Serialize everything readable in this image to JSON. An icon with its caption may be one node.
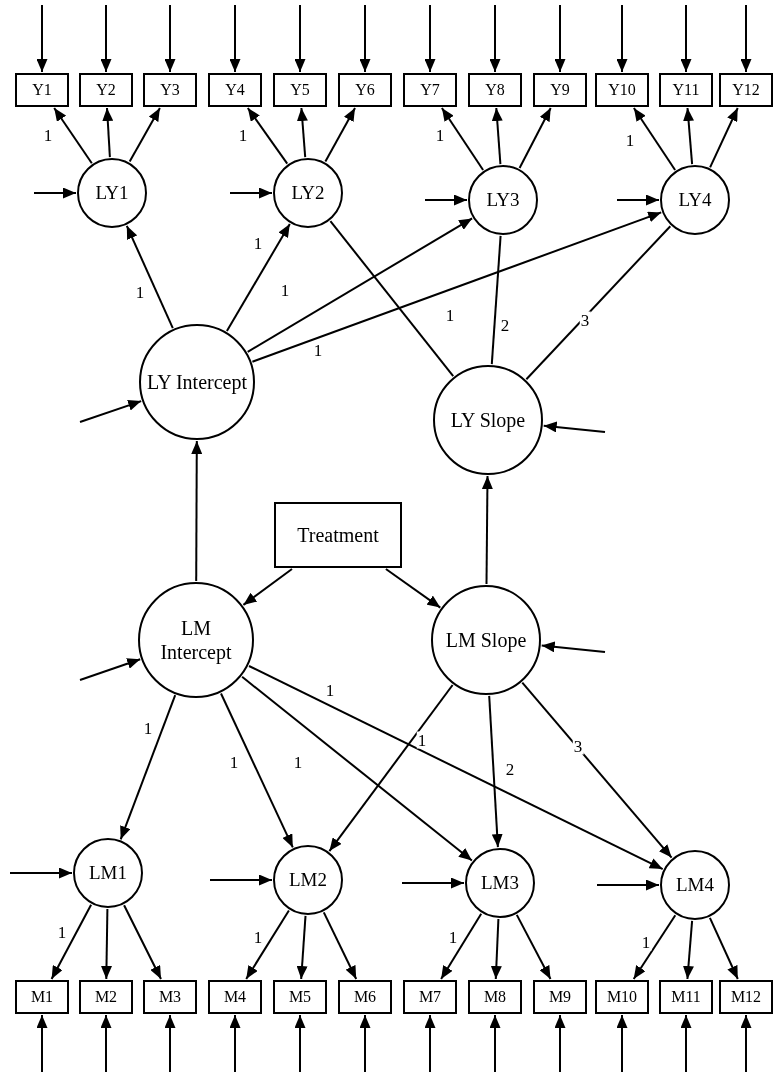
{
  "diagram": {
    "nodes": [
      {
        "text": [
          "Y1"
        ]
      },
      {
        "text": [
          "Y2"
        ]
      },
      {
        "text": [
          "Y3"
        ]
      },
      {
        "text": [
          "Y4"
        ]
      },
      {
        "text": [
          "Y5"
        ]
      },
      {
        "text": [
          "Y6"
        ]
      },
      {
        "text": [
          "Y7"
        ]
      },
      {
        "text": [
          "Y8"
        ]
      },
      {
        "text": [
          "Y9"
        ]
      },
      {
        "text": [
          "Y10"
        ]
      },
      {
        "text": [
          "Y11"
        ]
      },
      {
        "text": [
          "Y12"
        ]
      },
      {
        "text": [
          "LY1"
        ]
      },
      {
        "text": [
          "LY2"
        ]
      },
      {
        "text": [
          "LY3"
        ]
      },
      {
        "text": [
          "LY4"
        ]
      },
      {
        "text": [
          "LY Intercept"
        ]
      },
      {
        "text": [
          "LY Slope"
        ]
      },
      {
        "text": [
          "Treatment"
        ]
      },
      {
        "text": [
          "LM Intercept"
        ]
      },
      {
        "text": [
          "LM Slope"
        ]
      },
      {
        "text": [
          "LM1"
        ]
      },
      {
        "text": [
          "LM2"
        ]
      },
      {
        "text": [
          "LM3"
        ]
      },
      {
        "text": [
          "LM4"
        ]
      },
      {
        "text": [
          "M1"
        ]
      },
      {
        "text": [
          "M2"
        ]
      },
      {
        "text": [
          "M3"
        ]
      },
      {
        "text": [
          "M4"
        ]
      },
      {
        "text": [
          "M5"
        ]
      },
      {
        "text": [
          "M6"
        ]
      },
      {
        "text": [
          "M7"
        ]
      },
      {
        "text": [
          "M8"
        ]
      },
      {
        "text": [
          "M9"
        ]
      },
      {
        "text": [
          "M10"
        ]
      },
      {
        "text": [
          "M11"
        ]
      },
      {
        "text": [
          "M12"
        ]
      }
    ],
    "edges": [
      {
        "from": null,
        "to": 0,
        "arrow": "to"
      },
      {
        "from": null,
        "to": 1,
        "arrow": "to"
      },
      {
        "from": null,
        "to": 2,
        "arrow": "to"
      },
      {
        "from": null,
        "to": 3,
        "arrow": "to"
      },
      {
        "from": null,
        "to": 4,
        "arrow": "to"
      },
      {
        "from": null,
        "to": 5,
        "arrow": "to"
      },
      {
        "from": null,
        "to": 6,
        "arrow": "to"
      },
      {
        "from": null,
        "to": 7,
        "arrow": "to"
      },
      {
        "from": null,
        "to": 8,
        "arrow": "to"
      },
      {
        "from": null,
        "to": 9,
        "arrow": "to"
      },
      {
        "from": null,
        "to": 10,
        "arrow": "to"
      },
      {
        "from": null,
        "to": 11,
        "arrow": "to"
      },
      {
        "from": 12,
        "to": 0,
        "arrow": "to",
        "label": "1"
      },
      {
        "from": 12,
        "to": 1,
        "arrow": "to"
      },
      {
        "from": 12,
        "to": 2,
        "arrow": "to"
      },
      {
        "from": 13,
        "to": 3,
        "arrow": "to",
        "label": "1"
      },
      {
        "from": 13,
        "to": 4,
        "arrow": "to"
      },
      {
        "from": 13,
        "to": 5,
        "arrow": "to"
      },
      {
        "from": 14,
        "to": 6,
        "arrow": "to",
        "label": "1"
      },
      {
        "from": 14,
        "to": 7,
        "arrow": "to"
      },
      {
        "from": 14,
        "to": 8,
        "arrow": "to"
      },
      {
        "from": 15,
        "to": 9,
        "arrow": "to",
        "label": "1"
      },
      {
        "from": 15,
        "to": 10,
        "arrow": "to"
      },
      {
        "from": 15,
        "to": 11,
        "arrow": "to"
      },
      {
        "from": null,
        "to": 12,
        "arrow": "to"
      },
      {
        "from": null,
        "to": 13,
        "arrow": "to"
      },
      {
        "from": null,
        "to": 14,
        "arrow": "to"
      },
      {
        "from": null,
        "to": 15,
        "arrow": "to"
      },
      {
        "from": 16,
        "to": 12,
        "arrow": "to",
        "label": "1"
      },
      {
        "from": 16,
        "to": 13,
        "arrow": "to",
        "label": "1"
      },
      {
        "from": 16,
        "to": 14,
        "arrow": "to",
        "label": "1"
      },
      {
        "from": 16,
        "to": 15,
        "arrow": "to",
        "label": "1"
      },
      {
        "from": 17,
        "to": 13,
        "arrow": "none",
        "label": "1"
      },
      {
        "from": 17,
        "to": 14,
        "arrow": "none",
        "label": "2"
      },
      {
        "from": 17,
        "to": 15,
        "arrow": "none",
        "label": "3"
      },
      {
        "from": null,
        "to": 16,
        "arrow": "to"
      },
      {
        "from": null,
        "to": 17,
        "arrow": "to"
      },
      {
        "from": 19,
        "to": 16,
        "arrow": "to"
      },
      {
        "from": 20,
        "to": 17,
        "arrow": "to"
      },
      {
        "from": 18,
        "to": 19,
        "arrow": "to"
      },
      {
        "from": 18,
        "to": 20,
        "arrow": "to"
      },
      {
        "from": null,
        "to": 19,
        "arrow": "to"
      },
      {
        "from": null,
        "to": 20,
        "arrow": "to"
      },
      {
        "from": 19,
        "to": 21,
        "arrow": "to",
        "label": "1"
      },
      {
        "from": 19,
        "to": 22,
        "arrow": "to",
        "label": "1"
      },
      {
        "from": 19,
        "to": 23,
        "arrow": "to",
        "label": "1"
      },
      {
        "from": 19,
        "to": 24,
        "arrow": "to",
        "label": "1"
      },
      {
        "from": 20,
        "to": 22,
        "arrow": "to",
        "label": "1"
      },
      {
        "from": 20,
        "to": 23,
        "arrow": "to",
        "label": "2"
      },
      {
        "from": 20,
        "to": 24,
        "arrow": "to",
        "label": "3"
      },
      {
        "from": null,
        "to": 21,
        "arrow": "to"
      },
      {
        "from": null,
        "to": 22,
        "arrow": "to"
      },
      {
        "from": null,
        "to": 23,
        "arrow": "to"
      },
      {
        "from": null,
        "to": 24,
        "arrow": "to"
      },
      {
        "from": 21,
        "to": 25,
        "arrow": "to",
        "label": "1"
      },
      {
        "from": 21,
        "to": 26,
        "arrow": "to"
      },
      {
        "from": 21,
        "to": 27,
        "arrow": "to"
      },
      {
        "from": 22,
        "to": 28,
        "arrow": "to",
        "label": "1"
      },
      {
        "from": 22,
        "to": 29,
        "arrow": "to"
      },
      {
        "from": 22,
        "to": 30,
        "arrow": "to"
      },
      {
        "from": 23,
        "to": 31,
        "arrow": "to",
        "label": "1"
      },
      {
        "from": 23,
        "to": 32,
        "arrow": "to"
      },
      {
        "from": 23,
        "to": 33,
        "arrow": "to"
      },
      {
        "from": 24,
        "to": 34,
        "arrow": "to",
        "label": "1"
      },
      {
        "from": 24,
        "to": 35,
        "arrow": "to"
      },
      {
        "from": 24,
        "to": 36,
        "arrow": "to"
      },
      {
        "from": null,
        "to": 25,
        "arrow": "to"
      },
      {
        "from": null,
        "to": 26,
        "arrow": "to"
      },
      {
        "from": null,
        "to": 27,
        "arrow": "to"
      },
      {
        "from": null,
        "to": 28,
        "arrow": "to"
      },
      {
        "from": null,
        "to": 29,
        "arrow": "to"
      },
      {
        "from": null,
        "to": 30,
        "arrow": "to"
      },
      {
        "from": null,
        "to": 31,
        "arrow": "to"
      },
      {
        "from": null,
        "to": 32,
        "arrow": "to"
      },
      {
        "from": null,
        "to": 33,
        "arrow": "to"
      },
      {
        "from": null,
        "to": 34,
        "arrow": "to"
      },
      {
        "from": null,
        "to": 35,
        "arrow": "to"
      },
      {
        "from": null,
        "to": 36,
        "arrow": "to"
      }
    ]
  }
}
